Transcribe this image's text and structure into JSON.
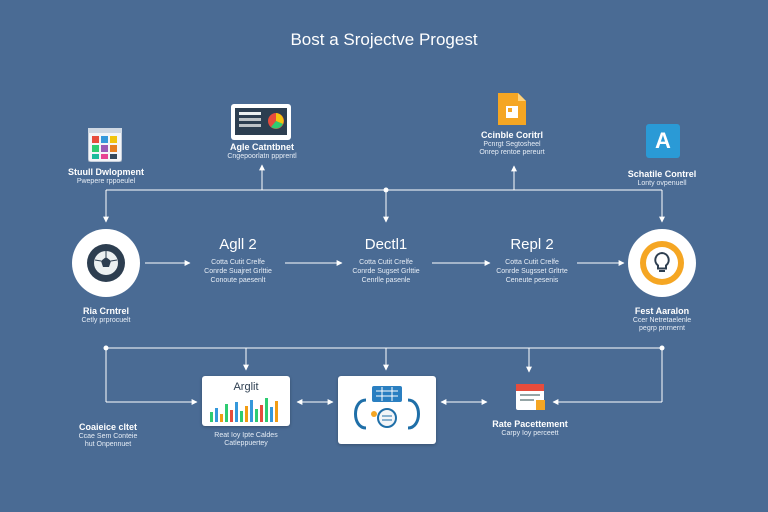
{
  "title": "Bost а Srojectve Progest",
  "colors": {
    "background": "#4a6b94",
    "accent_orange": "#f5a623",
    "accent_blue": "#2a9ad6"
  },
  "top_nodes": [
    {
      "title": "Stuull Dwlopment",
      "sub": "Pwepere rppoeulel",
      "icon": "app-grid-icon"
    },
    {
      "title": "Agle Catntbnet",
      "sub": "Cngepoorlatn ppprentl",
      "icon": "dashboard-monitor-icon"
    },
    {
      "title": "Ccinble Coritrl",
      "sub": "Pcnrgt Segtosheel",
      "sub2": "Onrep rentoe pereurt",
      "icon": "document-icon"
    },
    {
      "title": "Schatile Contrel",
      "sub": "Lonty ovpenuell",
      "icon": "letter-a-icon"
    }
  ],
  "middle_nodes": [
    {
      "title": "Agll 2",
      "lines": [
        "Cotta Cutit Crelfe",
        "Conrde Suajret Grlttie",
        "Conoute paesenlt"
      ]
    },
    {
      "title": "Dectl1",
      "lines": [
        "Cotta Cutit Crelfe",
        "Conrde Sugset Grlttie",
        "Cenrlle pasenle"
      ]
    },
    {
      "title": "Repl 2",
      "lines": [
        "Cotta Cutit Crelfe",
        "Conrde Sugsset Grltrte",
        "Ceneute pesenis"
      ]
    }
  ],
  "left_hub": {
    "title": "Ria Crntrel",
    "sub": "Cetly prprocuelt",
    "icon": "soccer-ball-icon"
  },
  "right_hub": {
    "title": "Fest Aaralon",
    "lines": [
      "Ccer Netretaelenle",
      "pegrp pnrnernt"
    ],
    "icon": "lightbulb-icon"
  },
  "bottom_nodes": [
    {
      "title": "Coaieice cltet",
      "lines": [
        "Ccae Sem Conteie",
        "hut Onpennuet"
      ]
    },
    {
      "title": "Arglit",
      "lines": [
        "Reat Ioy Ipte Caldes",
        "Catleppuertey"
      ],
      "icon": "bar-chart-icon"
    },
    {
      "title": "",
      "icon": "workflow-cycle-icon"
    },
    {
      "title": "Rate Pacettement",
      "lines": [
        "Carpy Ioy perceett"
      ],
      "icon": "calendar-icon"
    }
  ]
}
